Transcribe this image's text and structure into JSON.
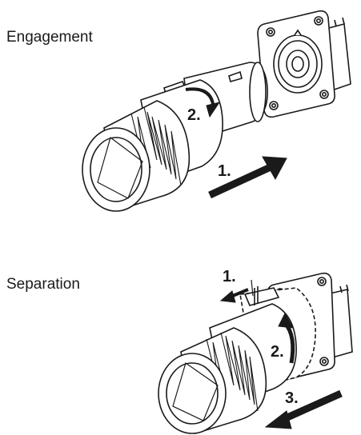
{
  "engagement": {
    "title": "Engagement",
    "steps": [
      "1.",
      "2."
    ]
  },
  "separation": {
    "title": "Separation",
    "steps": [
      "1.",
      "2.",
      "3."
    ]
  },
  "colors": {
    "line": "#1a1a1a",
    "fill": "#ffffff"
  }
}
